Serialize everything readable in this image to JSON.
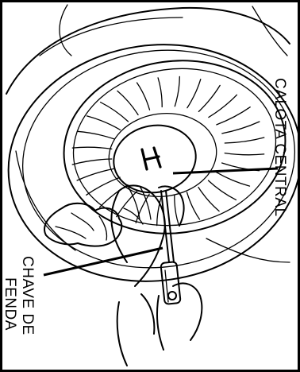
{
  "labels": {
    "center_cap": "CALOTA CENTRAL",
    "screwdriver_line1": "CHAVE DE",
    "screwdriver_line2": "FENDA"
  },
  "cap_emblem": "H",
  "colors": {
    "ink": "#000000",
    "paper": "#ffffff"
  }
}
